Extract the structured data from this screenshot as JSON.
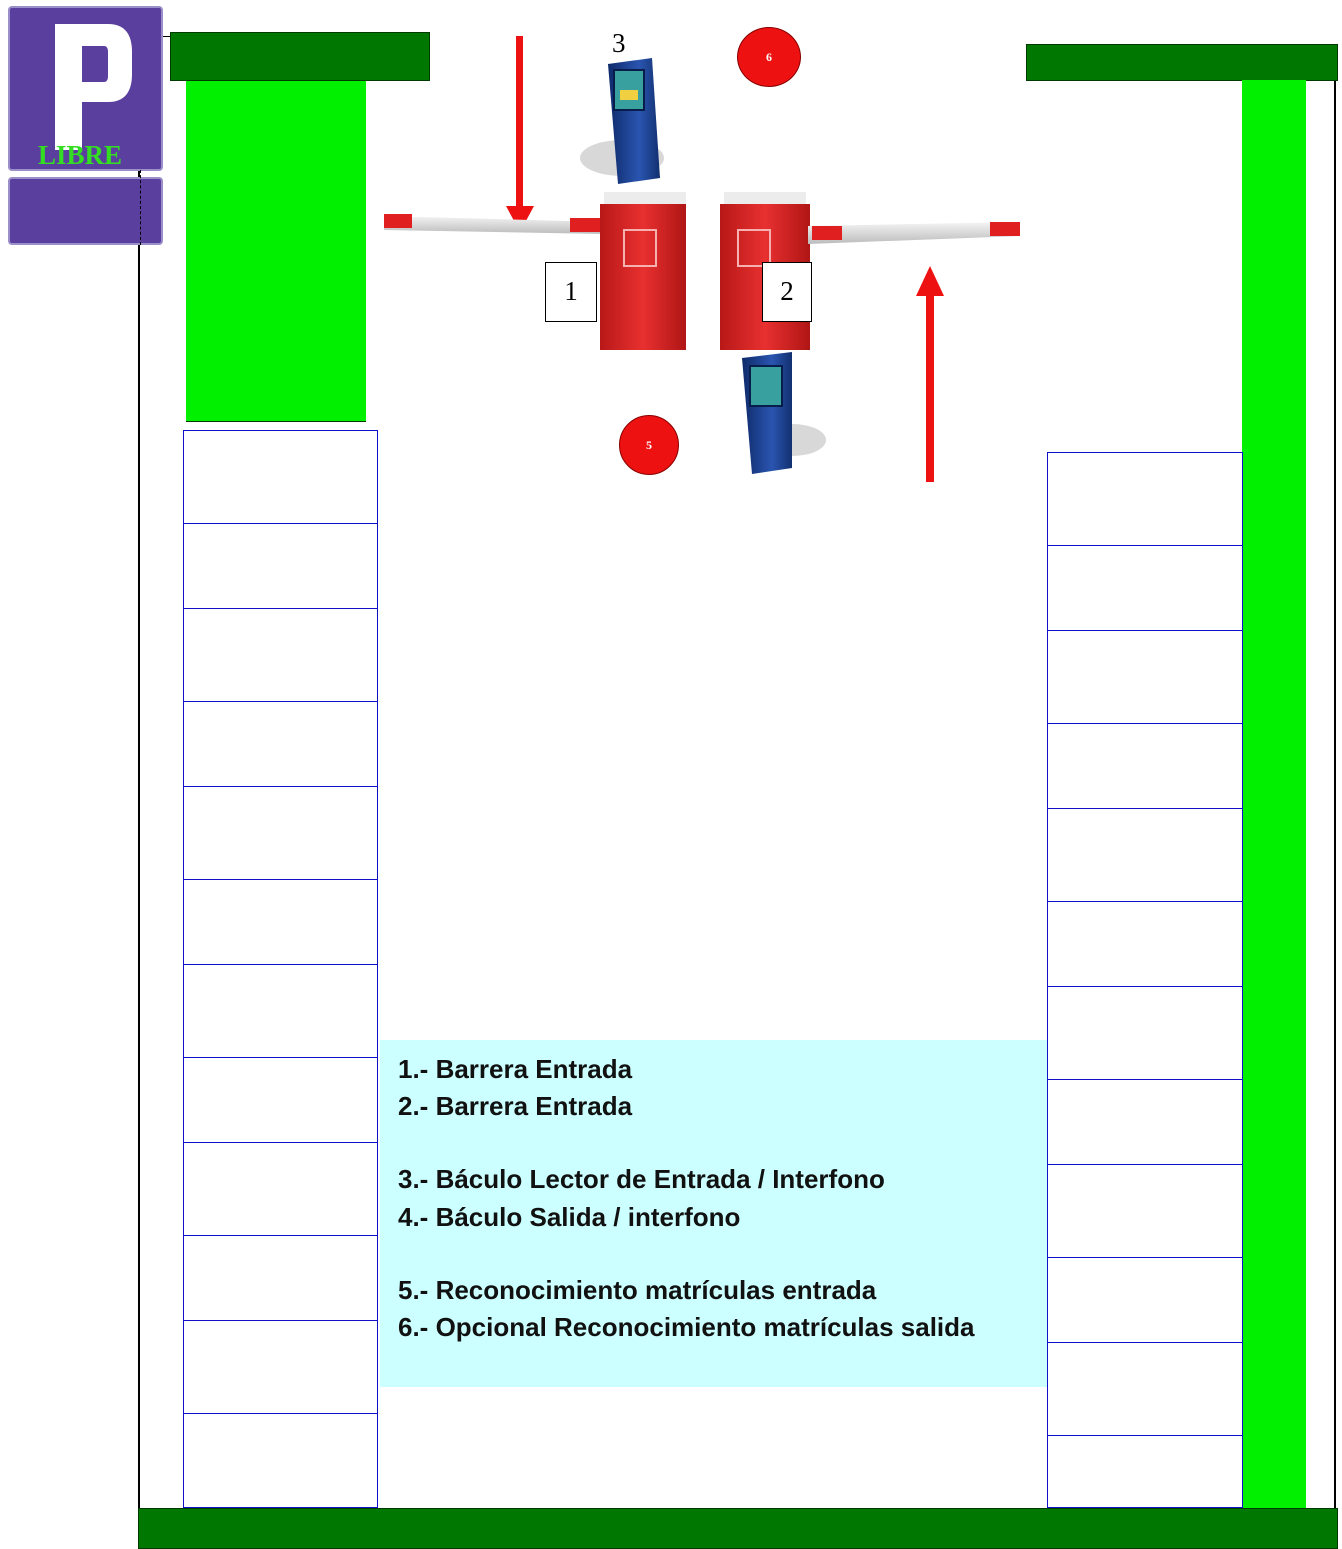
{
  "sign": {
    "letter": "P",
    "status_label": "LIBRE",
    "colors": {
      "panel": "#5a3f9f",
      "status": "#33dd22"
    }
  },
  "markers": {
    "barrier_entry_number": "1",
    "barrier_exit_number": "2",
    "reader_number": "3",
    "camera_entry_number": "5",
    "camera_exit_number": "6"
  },
  "legend": {
    "items": [
      "1.- Barrera Entrada",
      "2.- Barrera Entrada",
      "3.- Báculo Lector de Entrada / Interfono",
      "4.- Báculo Salida / interfono",
      "5.- Reconocimiento matrículas entrada",
      "6.- Opcional Reconocimiento matrículas salida"
    ]
  },
  "parking": {
    "left_column_spaces": 12,
    "right_column_spaces": 12
  },
  "colors": {
    "wall": "#007700",
    "green_zone": "#00f000",
    "slot_border": "#1010c8",
    "legend_bg": "#ccffff",
    "arrow": "#ee1111",
    "barrier_cabinet": "#dd2222",
    "kiosk": "#1a3d8f"
  },
  "icons": [
    "parking-sign-icon",
    "barrier-icon",
    "kiosk-icon",
    "camera-marker-icon",
    "arrow-down-icon",
    "arrow-up-icon"
  ]
}
